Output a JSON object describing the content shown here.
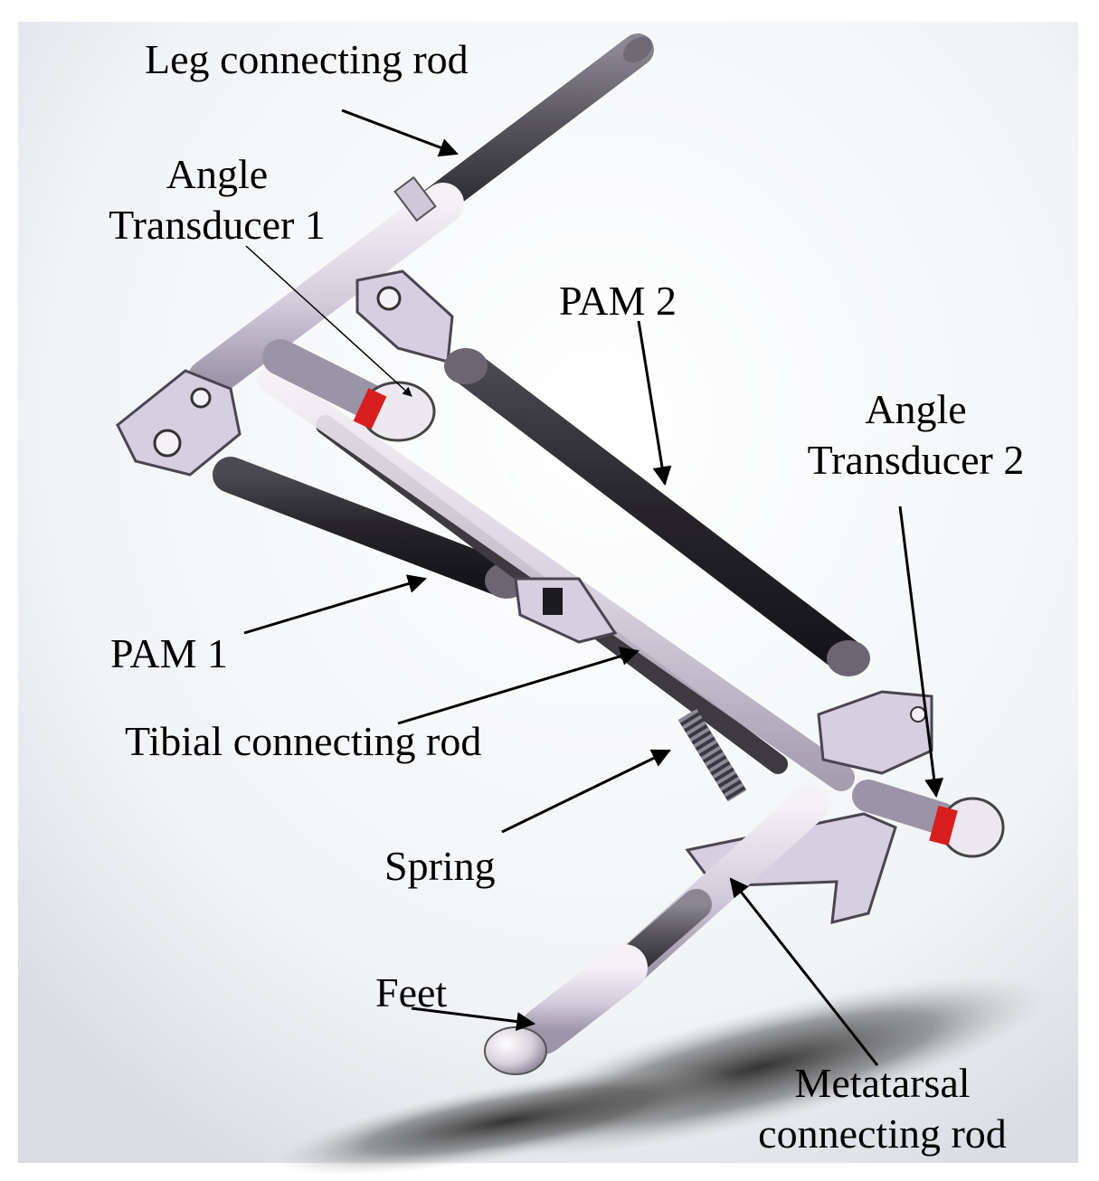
{
  "colors": {
    "metal_light": "#d9d3e0",
    "metal_mid": "#b9b0c4",
    "metal_dark": "#6f6878",
    "muscle": "#2c2a30",
    "rod_dark": "#4a4750",
    "sensor_red": "#d81e1e",
    "shadow": "#3a3a3a",
    "arrow": "#000000"
  },
  "labels": {
    "leg_rod": "Leg connecting rod",
    "angle1_line1": "Angle",
    "angle1_line2": "Transducer 1",
    "pam2": "PAM 2",
    "angle2_line1": "Angle",
    "angle2_line2": "Transducer 2",
    "pam1": "PAM 1",
    "tibial_rod": "Tibial connecting rod",
    "spring": "Spring",
    "feet": "Feet",
    "metatarsal_line1": "Metatarsal",
    "metatarsal_line2": "connecting rod"
  },
  "icons": {
    "leg_mechanism": "robotic-leg-3d-render",
    "pointer": "arrow-icon"
  }
}
